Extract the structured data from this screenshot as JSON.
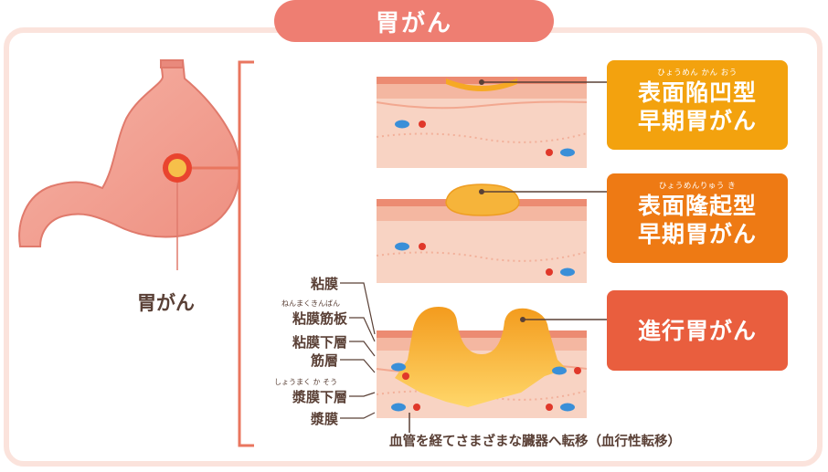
{
  "title": "胃がん",
  "stomach_label": "胃がん",
  "types": [
    {
      "ruby": "ひょうめん かん おう",
      "line1": "表面陥凹型",
      "line2": "早期胃がん",
      "color": "#f3a20e"
    },
    {
      "ruby": "ひょうめんりゅう き",
      "line1": "表面隆起型",
      "line2": "早期胃がん",
      "color": "#ee7a14"
    },
    {
      "ruby": "",
      "line1": "進行胃がん",
      "line2": "",
      "color": "#e95e3e"
    }
  ],
  "layers": [
    {
      "label": "粘膜",
      "ruby": ""
    },
    {
      "label": "粘膜筋板",
      "ruby": "ねんまくきんばん"
    },
    {
      "label": "粘膜下層",
      "ruby": ""
    },
    {
      "label": "筋層",
      "ruby": ""
    },
    {
      "label": "漿膜下層",
      "ruby": "しょうまく か そう"
    },
    {
      "label": "漿膜",
      "ruby": ""
    }
  ],
  "metastasis_note": "血管を経てさまざまな臓器へ転移（血行性転移）",
  "colors": {
    "frame": "#fbe3dc",
    "title_pill": "#ee7e72",
    "bracket": "#e9765f",
    "tissue": "#f6c9b5",
    "tumor": "#f5a623"
  }
}
